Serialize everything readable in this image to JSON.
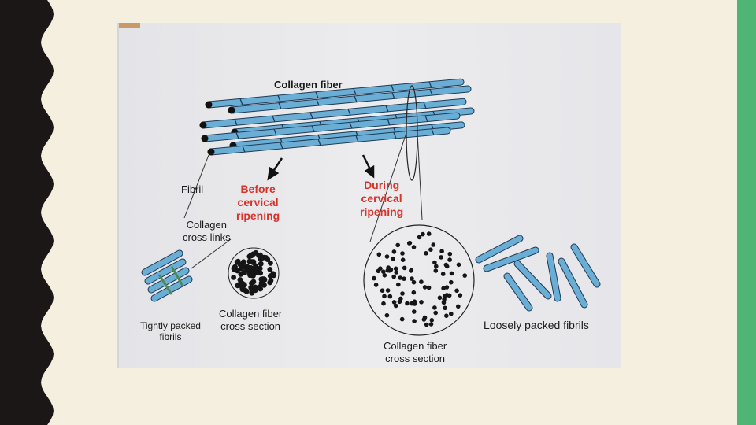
{
  "slide": {
    "colors": {
      "background": "#f5efe0",
      "left_border": "#1b1717",
      "accent_stripe": "#4fb574",
      "photo_paper": "#eaeaec",
      "fibril_blue": "#6aaed6",
      "cross_link_green": "#4d8a55",
      "label_red": "#d8322a"
    }
  },
  "figure": {
    "collagen_fiber_label": "Collagen fiber",
    "fibril_label": "Fibril",
    "cross_links_label": [
      "Collagen",
      "cross links"
    ],
    "before_label": [
      "Before",
      "cervical",
      "ripening"
    ],
    "during_label": [
      "During",
      "cervical",
      "ripening"
    ],
    "tight_label": [
      "Tightly packed",
      "fibrils"
    ],
    "small_cross_label": [
      "Collagen fiber",
      "cross section"
    ],
    "large_cross_label": [
      "Collagen fiber",
      "cross section"
    ],
    "loose_label": "Loosely packed fibrils"
  }
}
